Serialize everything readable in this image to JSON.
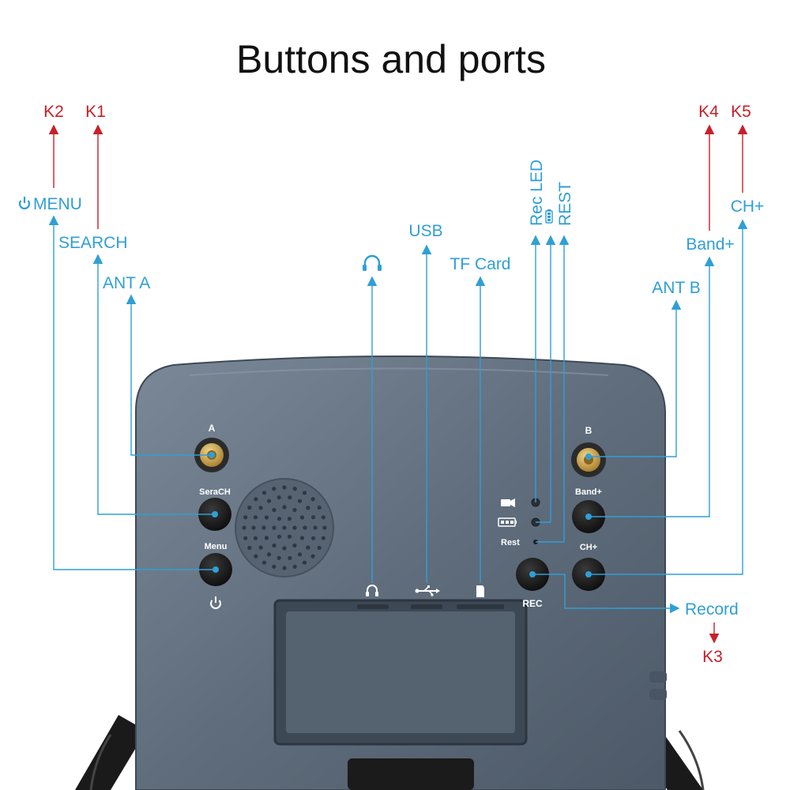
{
  "title": "Buttons and ports",
  "colors": {
    "callout": "#2f9fd6",
    "key": "#c8202a",
    "device": "#5d6b7a",
    "strap": "#1a1a1a",
    "accent_gold": "#c9a24a"
  },
  "labels": {
    "k2": "K2",
    "k1": "K1",
    "k4": "K4",
    "k5": "K5",
    "k3": "K3",
    "menu": "MENU",
    "search": "SEARCH",
    "ant_a": "ANT A",
    "headphone_icon": "headphone-icon",
    "usb": "USB",
    "tf_card": "TF Card",
    "rec_led": "Rec LED",
    "rest": "REST",
    "battery_icon": "battery-icon",
    "ant_b": "ANT B",
    "band_plus": "Band+",
    "ch_plus": "CH+",
    "record": "Record"
  },
  "device": {
    "ant_a": "A",
    "ant_b": "B",
    "sera_ch": "SeraCH",
    "menu": "Menu",
    "band_plus": "Band+",
    "ch_plus": "CH+",
    "rest": "Rest",
    "rec": "REC"
  }
}
